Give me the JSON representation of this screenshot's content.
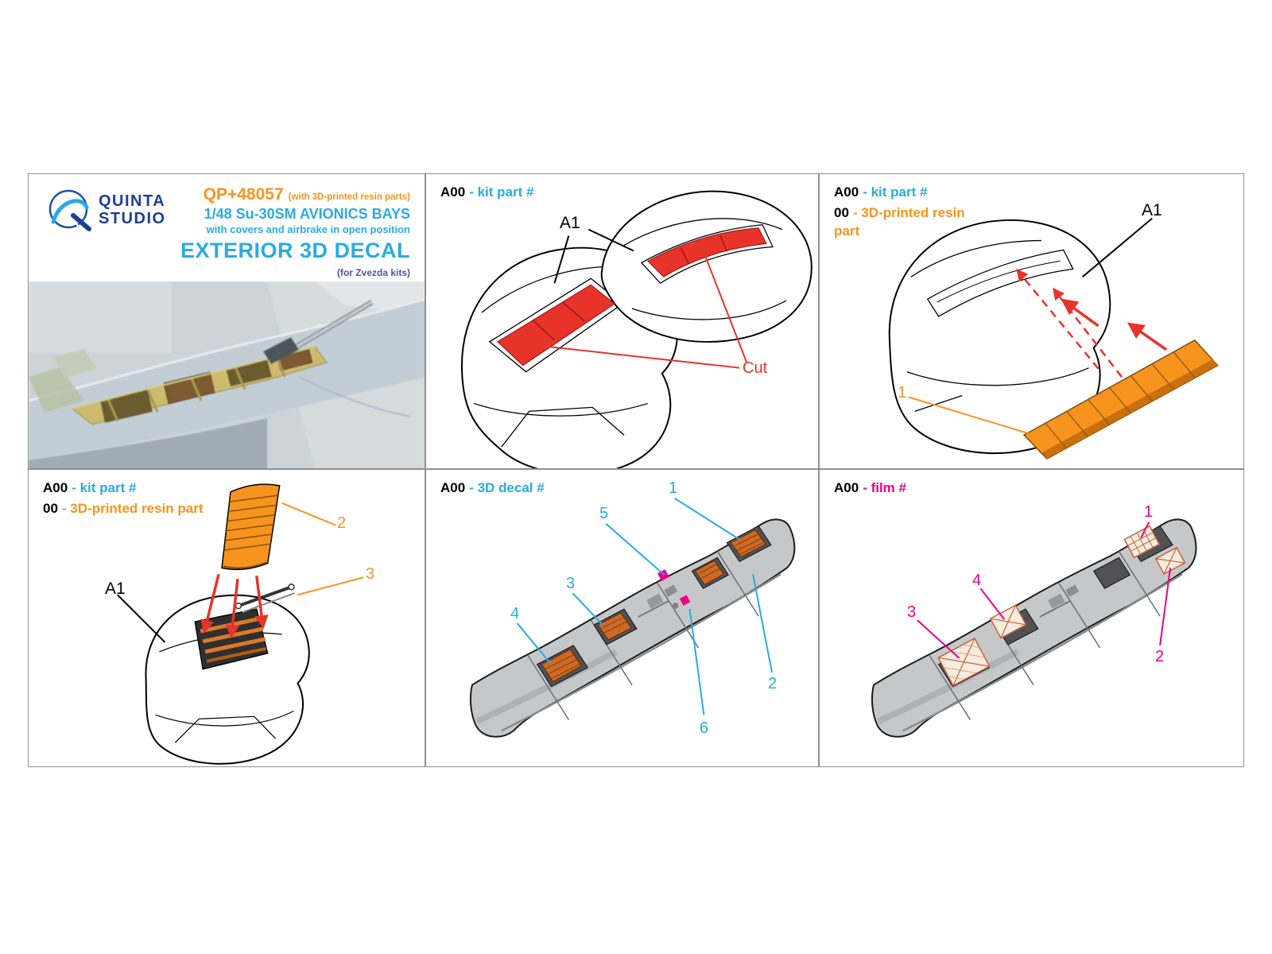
{
  "colors": {
    "cyan": "#29ABE2",
    "orange": "#F7941D",
    "red": "#E8332A",
    "magenta": "#EC008C",
    "navy": "#1C3F94",
    "indigo": "#4C55A5",
    "part_grey": "#C6C7C9"
  },
  "header": {
    "logo": {
      "word1": "QUINTA",
      "word2": "STUDIO"
    },
    "product_code": "QP+48057",
    "resin_note": "(with 3D-printed resin parts)",
    "title": "1/48 Su-30SM AVIONICS BAYS",
    "subtitle": "with covers and airbrake in open position",
    "decal_type": "EXTERIOR 3D DECAL",
    "kit_note": "(for Zvezda kits)"
  },
  "legends": {
    "kit_part": {
      "code": "A00",
      "label": "- kit part #"
    },
    "resin_part": {
      "code": "00",
      "label": "- 3D-printed resin part"
    },
    "decal": {
      "code": "A00",
      "label": "- 3D decal #"
    },
    "film": {
      "code": "A00",
      "label": "- film #"
    }
  },
  "panel_cut": {
    "part_label": "A1",
    "cut_label": "Cut"
  },
  "panel_resin": {
    "part_label": "A1",
    "resin_callout": "1"
  },
  "panel_cover": {
    "part_label": "A1",
    "cover_callout": "2",
    "strut_callout": "3"
  },
  "panel_decal": {
    "callouts": [
      "1",
      "2",
      "3",
      "4",
      "5",
      "6"
    ]
  },
  "panel_film": {
    "callouts": [
      "1",
      "2",
      "3",
      "4"
    ]
  }
}
